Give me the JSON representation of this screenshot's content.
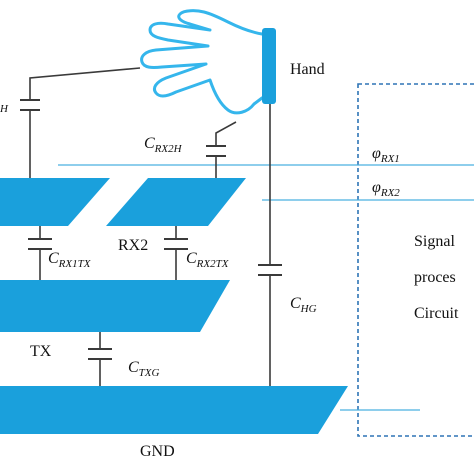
{
  "colors": {
    "plate": "#1aa0dc",
    "wire": "#3a3a3a",
    "signal_line": "#4ab0e0",
    "hand_outline": "#35b6ec",
    "dashed_box": "#2e74b5",
    "text": "#111111"
  },
  "labels": {
    "hand": "Hand",
    "rx2": "RX2",
    "tx": "TX",
    "gnd": "GND",
    "partial_h": "H",
    "signal_box": [
      "Signal",
      "proces",
      "Circuit"
    ]
  },
  "capacitors": {
    "rx2h": {
      "main": "C",
      "sub": "RX2H"
    },
    "rx1tx": {
      "main": "C",
      "sub": "RX1TX"
    },
    "rx2tx": {
      "main": "C",
      "sub": "RX2TX"
    },
    "hg": {
      "main": "C",
      "sub": "HG"
    },
    "txg": {
      "main": "C",
      "sub": "TXG"
    }
  },
  "signals": {
    "phi_rx1": {
      "main": "φ",
      "sub": "RX1"
    },
    "phi_rx2": {
      "main": "φ",
      "sub": "RX2"
    }
  },
  "icons": {
    "hand": "hand-outline-icon"
  }
}
